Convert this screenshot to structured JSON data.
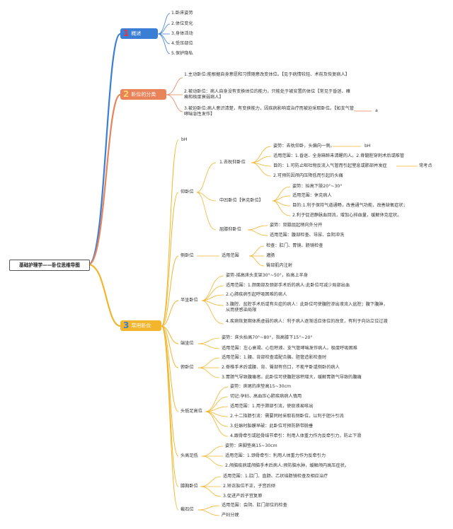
{
  "root": "基础护理学——卧位思维导图",
  "branches": [
    {
      "num": "1",
      "label": "概述",
      "color": "#3b7ed6"
    },
    {
      "num": "2",
      "label": "卧位的分类",
      "color": "#e8835a"
    },
    {
      "num": "3",
      "label": "常用卧位",
      "color": "#f2b52c"
    }
  ],
  "overview": [
    "1.卧床姿势",
    "2.体位变化",
    "3.身体活动",
    "4.受压部位",
    "5.保护隐私"
  ],
  "classification": [
    "1.主动卧位:能根据自身意愿和习惯随意改变体位。【见于病情较轻、术前及恢复病人】",
    "2.被动卧位：病人自身没有变换体位的能力，只能处于被安置的体位【常见于昏迷、瘫痪和极度衰弱病人】",
    "3.被迫卧位:病人意识清楚，有变换能力，因疾病影响或治疗而被迫采取卧位。【如支气管哮喘急性发作】"
  ],
  "stray": {
    "a": "a",
    "bH1": "bH",
    "bH2": "bH",
    "kaoedian": "常考点"
  },
  "common": {
    "yangwo": {
      "label": "仰卧位",
      "qu": {
        "label": "1.去枕仰卧位",
        "items": [
          "姿势：去枕仰卧，头偏向一侧。",
          "适用范围：1.昏迷、全身麻醉未清醒的人。2.脊髓腔穿刺术后或椎管",
          "目的：1.可防止呕吐物反流入气管而引起窒息或肺部并发症",
          "2.可预防因颅内压降低而引起的头痛"
        ]
      },
      "zhongqiu": {
        "label": "中凹卧位【休克卧位】",
        "items": [
          "姿势：抬高下肢20°~30°",
          "适用范围：休克病人",
          "目的:1.利于保持气道通畅，改善通气功能，改善缺氧症状；",
          "2.利于促进静脉血回流，增加心排血量，缓解休克症状。"
        ]
      },
      "qxi": {
        "label": "屈膝仰卧位",
        "items": [
          "姿势：双膝屈起稍向外分开",
          "适用范围：腹部检查、导尿、会阴冲洗"
        ]
      }
    },
    "cewo": {
      "label": "侧卧位",
      "scope": "适用范围",
      "items": [
        "检查：肛门、胃镜、肠镜检查",
        "灌肠",
        "臀部肌内注射"
      ]
    },
    "banzuo": {
      "label": "半坐卧位",
      "items": [
        "姿势-摇高床头支架30°~50°，抬高上半身",
        "适用范围：1.颜面部及颈部手术后的病人:此卧位可减少局部出血",
        "2.心肺疾病引起呼吸困难的病人",
        "3.腹腔、盆腔手术后或有炎症的病人：此卧位可使腹腔渗出液流入盆腔；腹下腹肿，从而使感染局限",
        "4.疾病恢复期体质虚弱的病人：利于病人逐渐适应体位的改变，有利于向站立位过渡"
      ]
    },
    "duanzuo": {
      "label": "端坐位",
      "items": [
        "姿势：床头抬高70°~80°，指高膝下15°~20°",
        "适用范围：左心衰竭、心包积液、支气管哮喘发作病人。极度呼吸困难"
      ]
    },
    "fuwo": {
      "label": "俯卧位",
      "items": [
        "适用范围：1.腰、背部检查或配合胰、胆管造影检查时",
        "2.脊椎手术后或腰、背、臀部有伤口，不能平卧或侧卧的病人",
        "3.胃肠气导致腹痛者。此卧位可使腹腔容积增大，缓解胃肠气导致的腹痛"
      ]
    },
    "toudi": {
      "label": "头低足高位",
      "items": [
        "姿势：床尾的床垫高15~30cm",
        "切记:孕妇、高血压心肺疾病病人慎用",
        "适用范围：1.用于肺部引流，使痰液易咳出",
        "2.十二指肠引流：需要同时采取右侧卧位，以利于胆汁引流",
        "3.妊娠时胎膜早破：此卧位可预防脐带脱垂",
        "4.跟骨牵引或胫骨结节牵引：利用人体重力作为反牵引力，防止下滑"
      ]
    },
    "tougao": {
      "label": "头高足低",
      "items": [
        "姿势：床脚垫高15~30cm",
        "适用范围：1.颈骨牵引：利用人体重力作为反牵引力",
        "2.颅脑疾病或颅脑手术后病人:预防脑水肿，缓解颅内高压症状。"
      ]
    },
    "xiongxi": {
      "label": "膝胸卧位",
      "items": [
        "适用范围：1.肛门、直肠、乙状结肠镜检查及相应治疗",
        "2.矫正胎位不正，子宫后倾",
        "3.促进产后子宫复原"
      ]
    },
    "jieshi": {
      "label": "截石位",
      "items": [
        "适用范围：会阴、肛门部位的检查",
        "产妇分娩"
      ]
    }
  }
}
